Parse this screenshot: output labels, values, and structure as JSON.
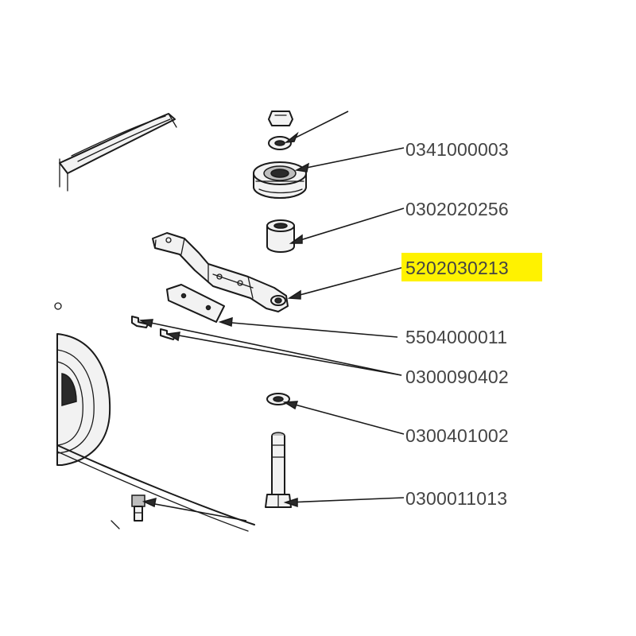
{
  "diagram": {
    "highlight_color": "#fff200",
    "line_color": "#1a1a1a",
    "label_color": "#444444",
    "parts": [
      {
        "id": "nut",
        "label": ""
      },
      {
        "id": "pulley",
        "label": "0341000003"
      },
      {
        "id": "spacer",
        "label": "0302020256"
      },
      {
        "id": "arm",
        "label": "5202030213",
        "highlighted": true
      },
      {
        "id": "plate",
        "label": "5504000011"
      },
      {
        "id": "rivets",
        "label": "0300090402"
      },
      {
        "id": "washer",
        "label": "0300401002"
      },
      {
        "id": "bolt",
        "label": "0300011013"
      }
    ]
  }
}
